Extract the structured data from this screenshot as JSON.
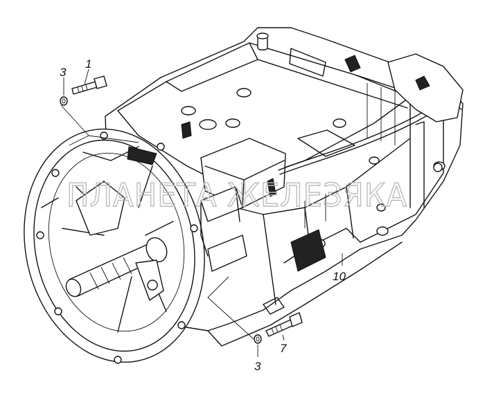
{
  "drawing": {
    "subject": "gearbox assembly exploded illustration",
    "watermark": "ПЛАНЕТА ЖЕЛЕЗЯКА",
    "callouts": [
      {
        "id": "c1",
        "label": "1",
        "part": "bolt"
      },
      {
        "id": "c3a",
        "label": "3",
        "part": "washer"
      },
      {
        "id": "c3b",
        "label": "3",
        "part": "washer"
      },
      {
        "id": "c7",
        "label": "7",
        "part": "bolt"
      },
      {
        "id": "c10",
        "label": "10",
        "part": "gearbox"
      }
    ]
  }
}
